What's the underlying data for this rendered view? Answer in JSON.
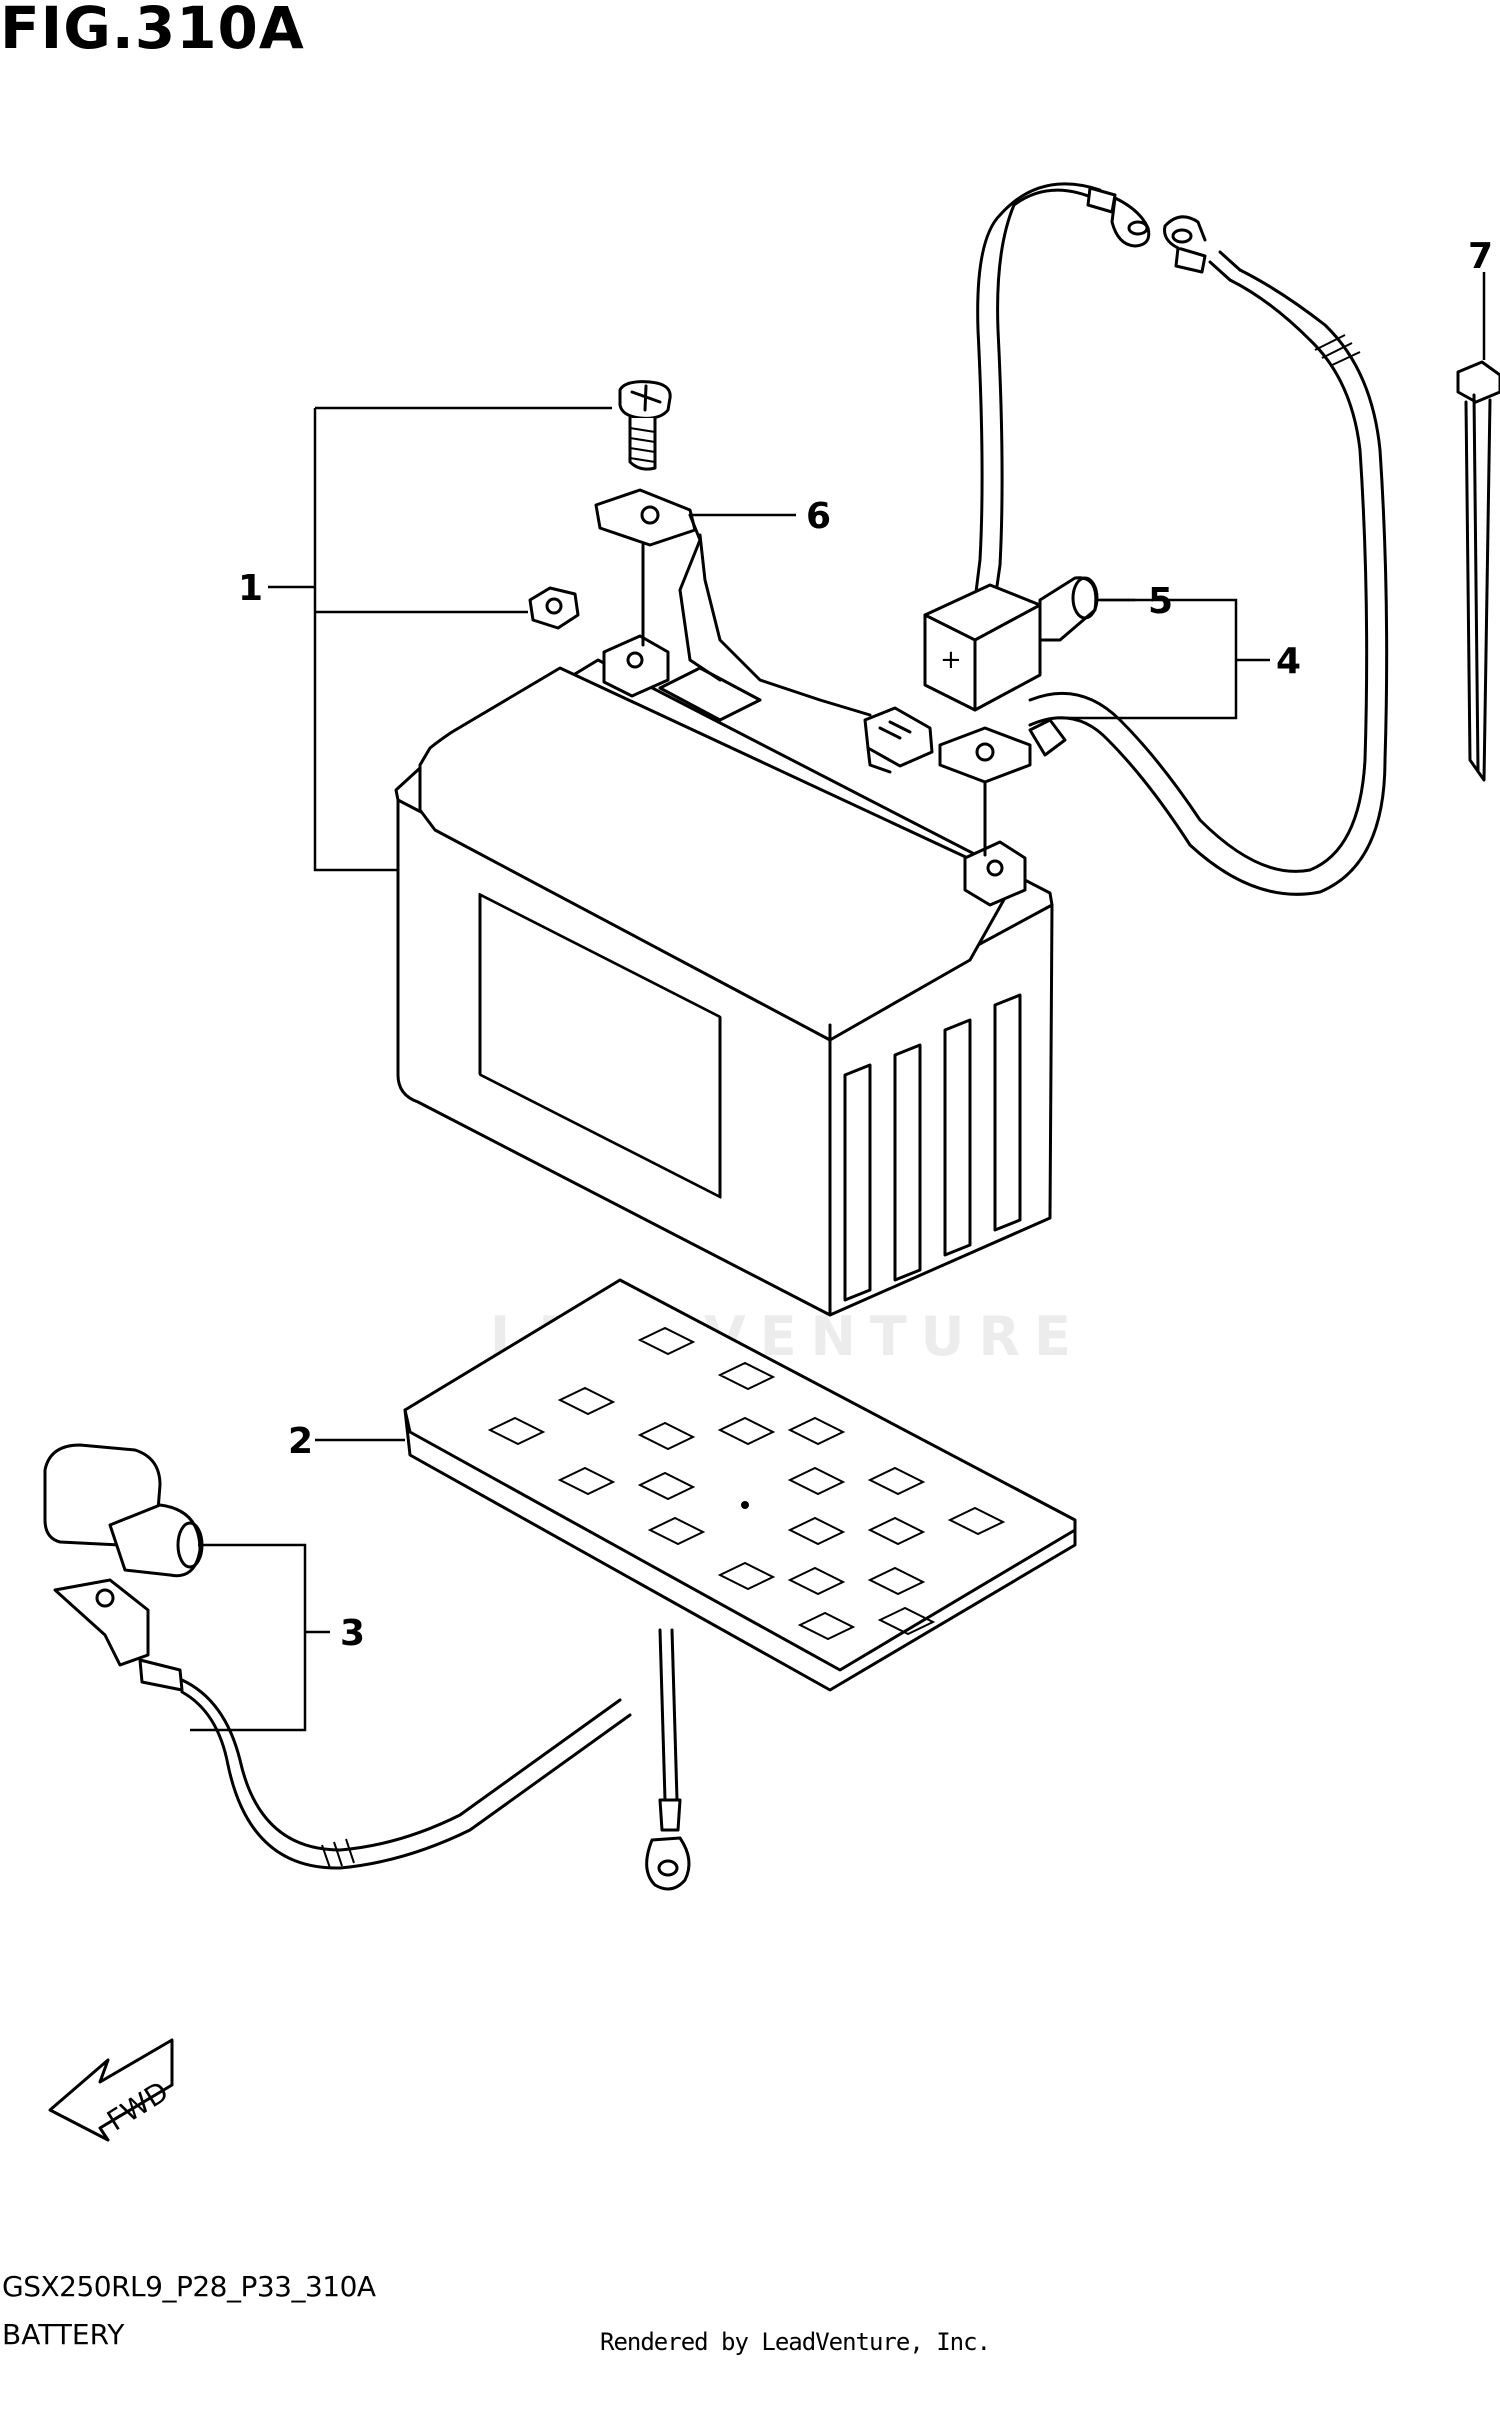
{
  "figure": {
    "title": "FIG.310A"
  },
  "callouts": [
    {
      "id": "1",
      "label": "1"
    },
    {
      "id": "2",
      "label": "2"
    },
    {
      "id": "3",
      "label": "3"
    },
    {
      "id": "4",
      "label": "4"
    },
    {
      "id": "5",
      "label": "5"
    },
    {
      "id": "6",
      "label": "6"
    },
    {
      "id": "7",
      "label": "7"
    }
  ],
  "direction_marker": {
    "label": "FWD"
  },
  "terminal_mark": {
    "label": "+"
  },
  "footer": {
    "model_code": "GSX250RL9_P28_P33_310A",
    "part_name": "BATTERY",
    "credit": "Rendered by LeadVenture, Inc."
  },
  "watermark": {
    "text": "LEADVENTURE"
  }
}
